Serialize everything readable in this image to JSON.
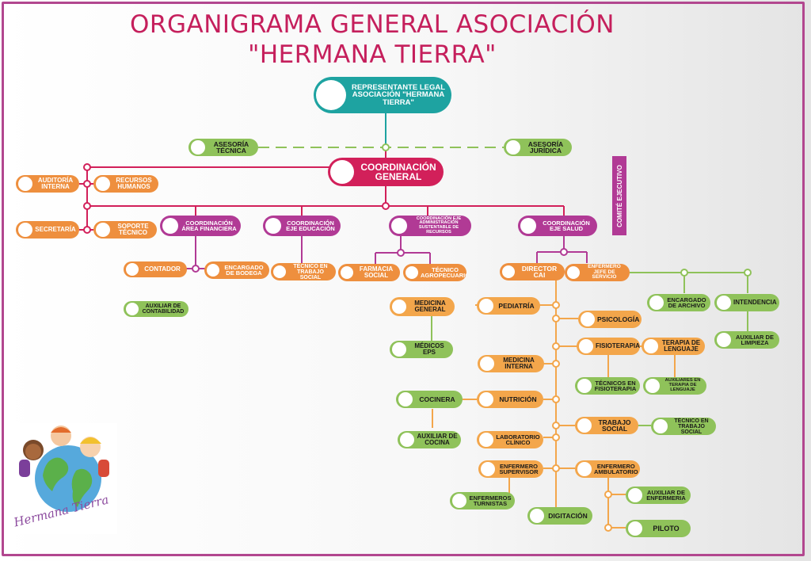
{
  "title": {
    "line1": "ORGANIGRAMA GENERAL ASOCIACIÓN",
    "line2": "\"HERMANA TIERRA\""
  },
  "comite": "COMITÉ EJECUTIVO",
  "logo": {
    "text": "Hermana Tierra"
  },
  "colors": {
    "title": "#c51f5c",
    "frame": "#b2478f",
    "orange": "#ee8f3e",
    "green": "#8fc25a",
    "pink": "#d2205a",
    "purple": "#b13a95",
    "teal": "#1ea3a1"
  },
  "nodes": {
    "representante": "REPRESENTANTE LEGAL ASOCIACIÓN \"HERMANA TIERRA\"",
    "asesoria_tecnica": "ASESORÍA TÉCNICA",
    "asesoria_juridica": "ASESORÍA JURÍDICA",
    "coordinacion_general": "COORDINACIÓN GENERAL",
    "auditoria": "AUDITORÍA INTERNA",
    "recursos_humanos": "RECURSOS HUMANOS",
    "secretaria": "SECRETARÍA",
    "soporte_tecnico": "SOPORTE TÉCNICO",
    "coord_financiera": "COORDINACIÓN ÁREA FINANCIERA",
    "coord_educacion": "COORDINACIÓN EJE EDUCACIÓN",
    "coord_administracion": "COORDINACIÓN EJE ADMINISTRACIÓN SUSTENTABLE DE RECURSOS",
    "coord_salud": "COORDINACIÓN EJE SALUD",
    "contador": "CONTADOR",
    "encargado_bodega": "ENCARGADO DE BODEGA",
    "tecnico_trabajo_social": "TÉCNICO EN TRABAJO SOCIAL",
    "farmacia": "FARMACIA SOCIAL",
    "tecnico_agro": "TÉCNICO AGROPECUARIO",
    "director": "DIRECTOR CAI",
    "enfermero_jefe": "ENFERMERO JEFE DE SERVICIO",
    "auxiliar_contabilidad": "AUXILIAR DE CONTABILIDAD",
    "medicina_general": "MEDICINA GENERAL",
    "pediatria": "PEDIATRÍA",
    "medicos_eps": "MÉDICOS EPS",
    "psicologia": "PSICOLOGÍA",
    "fisioterapia": "FISIOTERAPIA",
    "terapia_lenguaje": "TERAPIA DE LENGUAJE",
    "medicina_interna": "MEDICINA INTERNA",
    "tecnicos_fisio": "TÉCNICOS EN FISIOTERAPIA",
    "auxiliares_terapia": "AUXILIARES EN TERAPIA DE LENGUAJE",
    "cocinera": "COCINERA",
    "nutricion": "NUTRICIÓN",
    "auxiliar_cocina": "AUXILIAR DE COCINA",
    "laboratorio": "LABORATORIO CLÍNICO",
    "trabajo_social": "TRABAJO SOCIAL",
    "tecnico_ts2": "TÉCNICO EN TRABAJO SOCIAL",
    "enfermero_supervisor": "ENFERMERO SUPERVISOR",
    "enfermero_ambulatorio": "ENFERMERO AMBULATORIO",
    "enfermeros_turnistas": "ENFERMEROS TURNISTAS",
    "digitacion": "DIGITACIÓN",
    "auxiliar_enfermeria": "AUXILIAR DE ENFERMERIA",
    "piloto": "PILOTO",
    "encargado_archivo": "ENCARGADO DE ARCHIVO",
    "intendencia": "INTENDENCIA",
    "auxiliar_limpieza": "AUXILIAR DE LIMPIEZA"
  }
}
